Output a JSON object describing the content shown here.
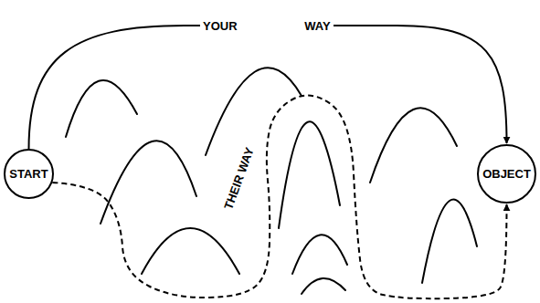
{
  "diagram": {
    "nodes": [
      {
        "text": [
          "START"
        ]
      },
      {
        "text": [
          "OBJECT"
        ]
      }
    ],
    "edges": [
      {
        "from": 0,
        "to": 1,
        "label": "YOUR WAY",
        "arrow": "to"
      },
      {
        "from": 0,
        "to": 1,
        "label": "THEIR WAY",
        "arrow": "to"
      }
    ]
  }
}
